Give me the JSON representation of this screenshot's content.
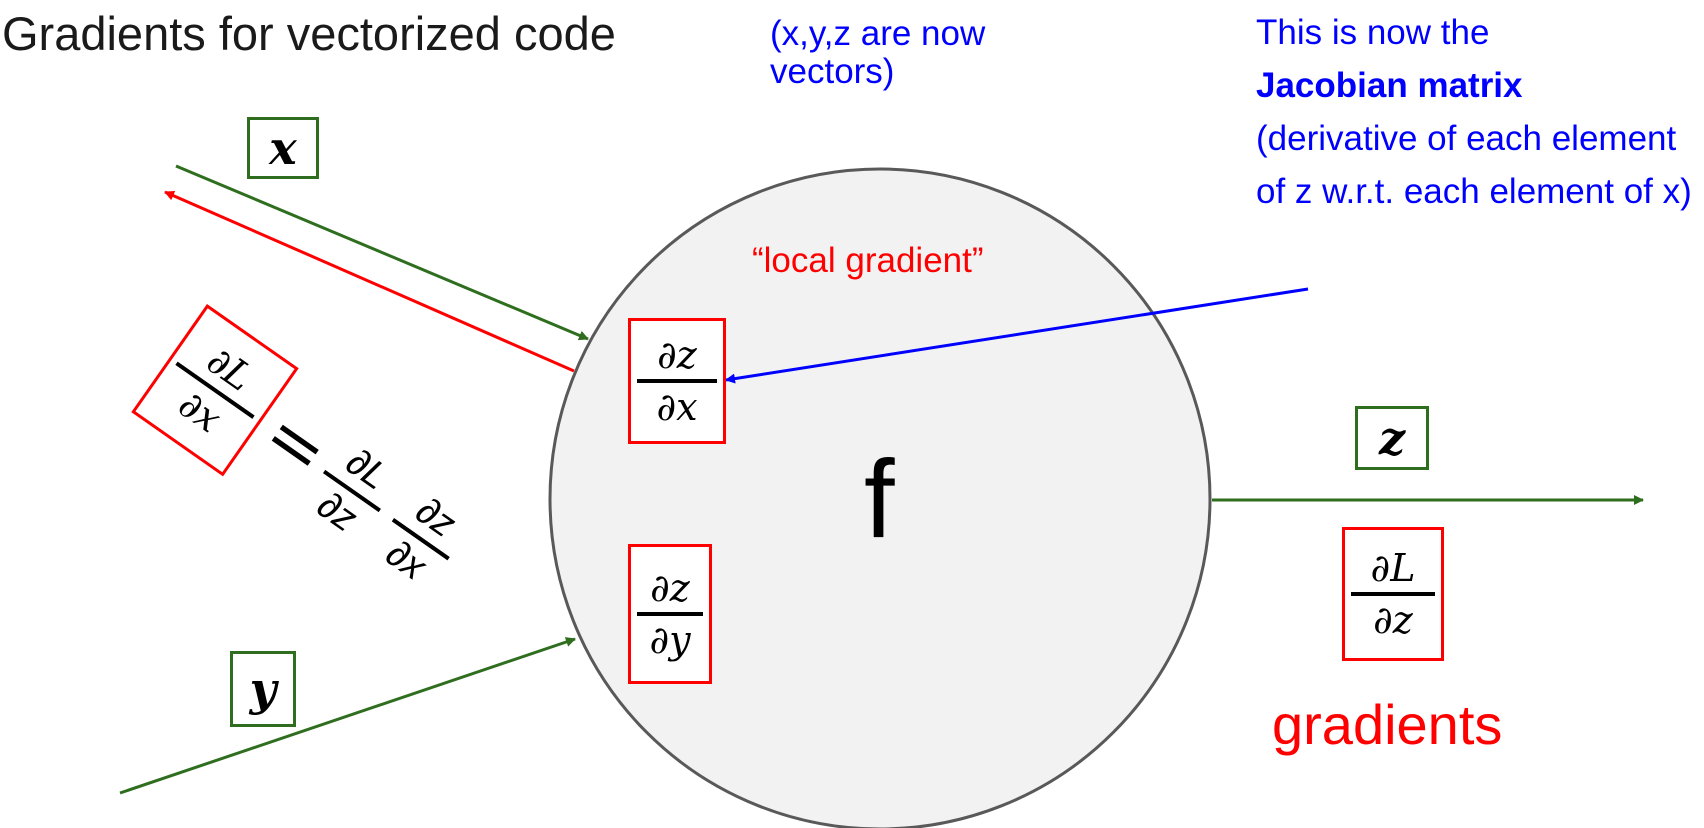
{
  "title": "Gradients for vectorized code",
  "notes": {
    "vectors_note": "(x,y,z are now vectors)",
    "jacobian_note": {
      "line1": "This is now the",
      "bold": "Jacobian matrix",
      "rest": "(derivative of each element of z w.r.t. each element of x)"
    },
    "local_gradient": "“local gradient”",
    "gradients": "gradients"
  },
  "node": {
    "label": "f"
  },
  "variables": {
    "x": "x",
    "y": "y",
    "z": "z"
  },
  "fractions": {
    "dz_dx": {
      "num": "∂z",
      "den": "∂x"
    },
    "dz_dy": {
      "num": "∂z",
      "den": "∂y"
    },
    "dL_dz": {
      "num": "∂L",
      "den": "∂z"
    },
    "dL_dx": {
      "num": "∂L",
      "den": "∂x"
    }
  },
  "chain_rule": {
    "equals": "=",
    "upstream": {
      "num": "∂L",
      "den": "∂z"
    },
    "local": {
      "num": "∂z",
      "den": "∂x"
    }
  },
  "colors": {
    "forward": "#2e6e1e",
    "backward": "#ff0000",
    "annotation": "#0000ff",
    "node_fill": "#f2f2f2",
    "node_stroke": "#595959"
  }
}
